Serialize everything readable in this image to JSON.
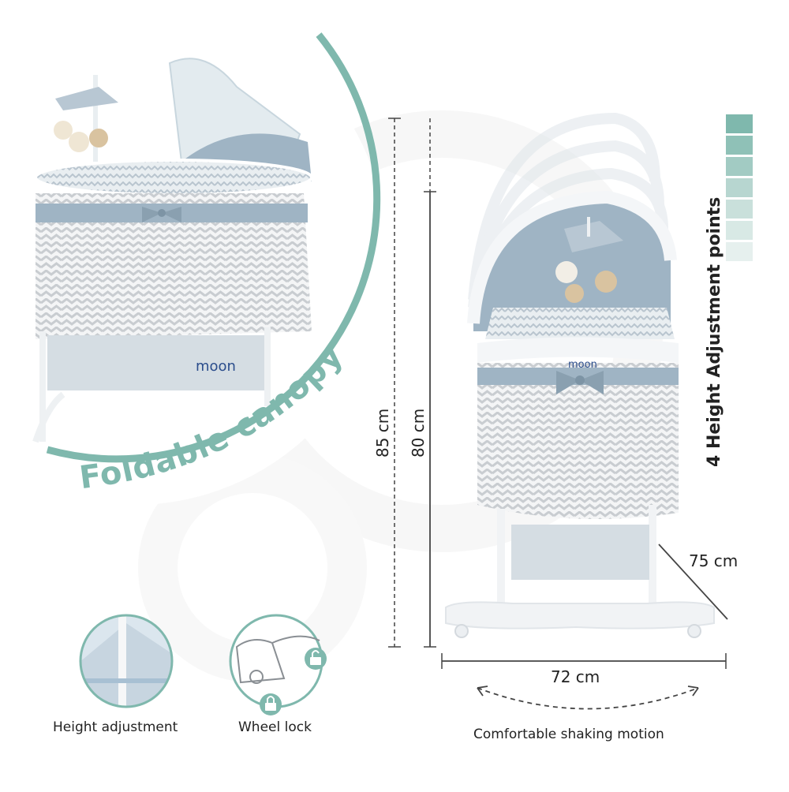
{
  "brand": "moon",
  "features": {
    "foldable_canopy": "Foldable canopy",
    "height_points": "4 Height  Adjustment points",
    "height_adjustment": "Height adjustment",
    "wheel_lock": "Wheel lock",
    "shaking_motion": "Comfortable shaking motion"
  },
  "dimensions": {
    "height_max": "85 cm",
    "height_min": "80 cm",
    "depth": "75 cm",
    "width": "72 cm"
  },
  "colors": {
    "accent": "#7fb8ad",
    "fabric_blue": "#9fb4c4",
    "chevron_gray": "#c9cdd1"
  },
  "height_levels": 4
}
